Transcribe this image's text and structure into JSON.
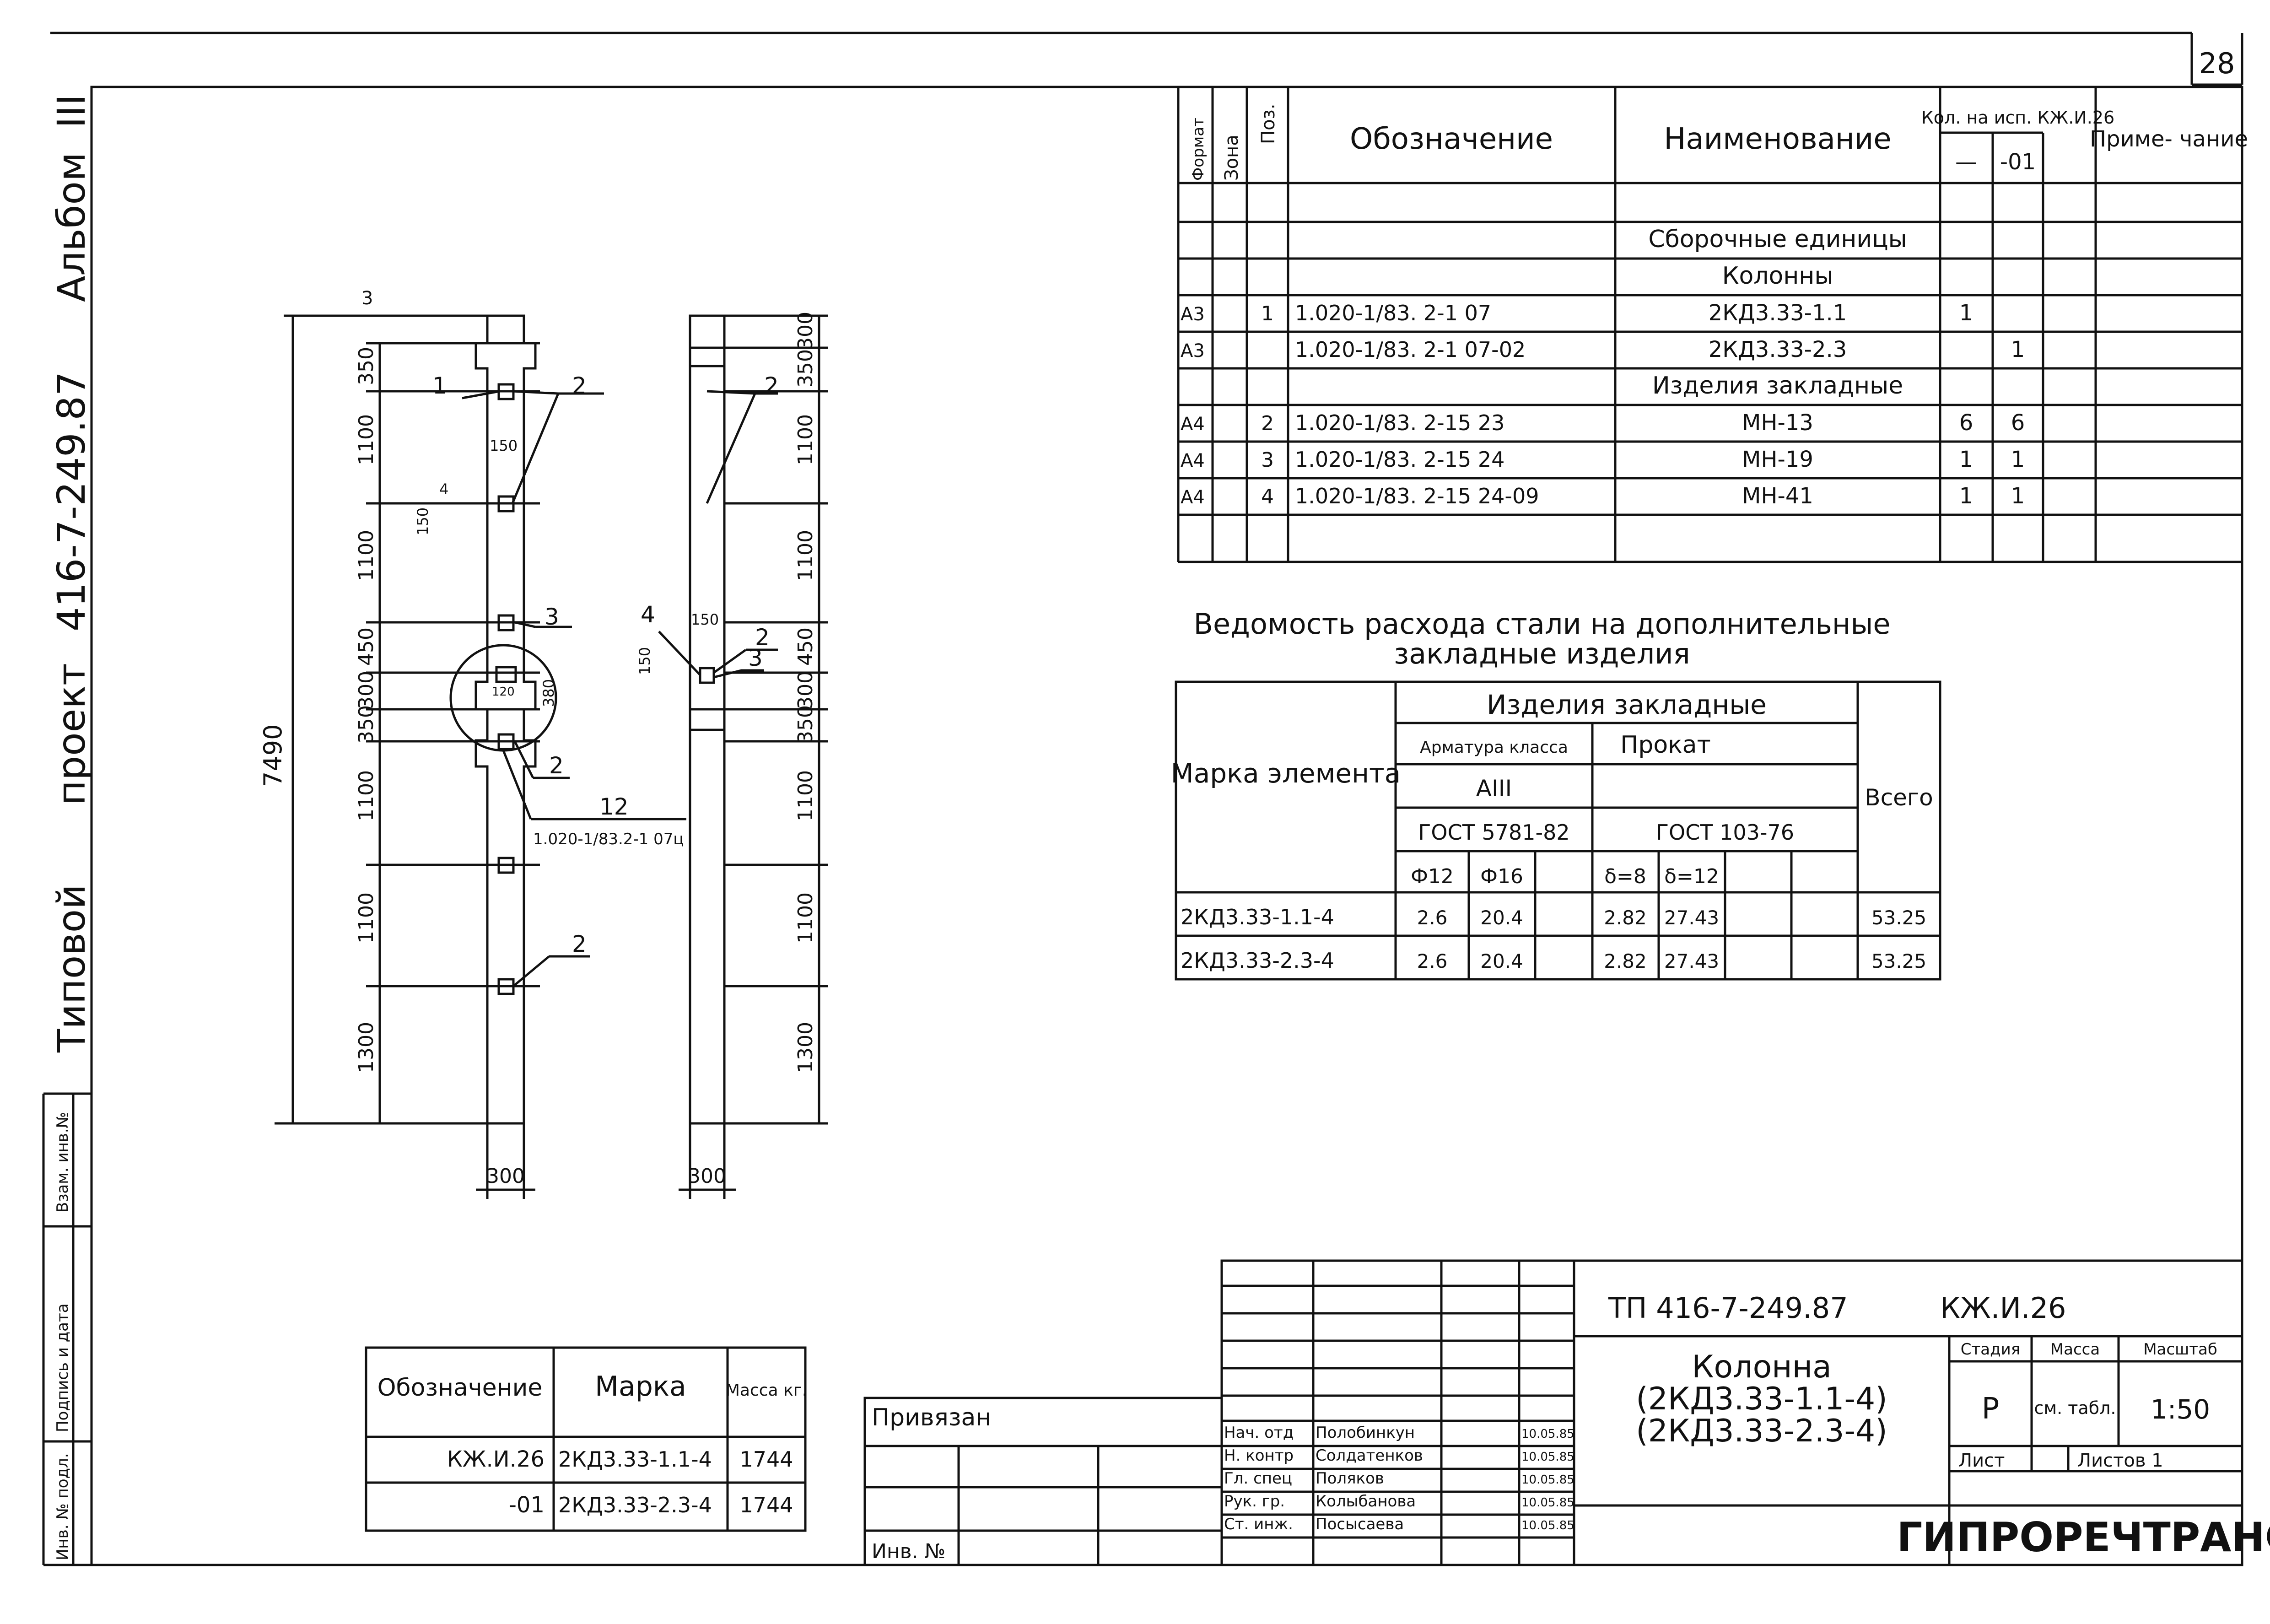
{
  "page_number": "28",
  "album_side": {
    "album": "Альбом",
    "album_roman": "III",
    "project_code": "416-7-249.87",
    "project": "проект",
    "typical": "Типовой"
  },
  "side_stamp": {
    "inv_orig": "Инв. № подл.",
    "sign_date": "Подпись и дата",
    "replace_inv": "Взам. инв.№"
  },
  "spec": {
    "headers": {
      "format": "Формат",
      "zone": "Зона",
      "pos": "Поз.",
      "designation": "Обозначение",
      "name": "Наименование",
      "qty": "Кол. на исп. КЖ.И.26",
      "qty_col1": "—",
      "qty_col2": "-01",
      "note": "Приме- чание"
    },
    "sections": {
      "assembly": "Сборочные единицы",
      "columns": "Колонны",
      "embedded": "Изделия закладные"
    },
    "rows": [
      {
        "format": "А3",
        "pos": "1",
        "designation": "1.020-1/83. 2-1 07",
        "name": "2КД3.33-1.1",
        "q1": "1",
        "q2": ""
      },
      {
        "format": "А3",
        "pos": "",
        "designation": "1.020-1/83. 2-1 07-02",
        "name": "2КД3.33-2.3",
        "q1": "",
        "q2": "1"
      },
      {
        "format": "А4",
        "pos": "2",
        "designation": "1.020-1/83. 2-15 23",
        "name": "МН-13",
        "q1": "6",
        "q2": "6"
      },
      {
        "format": "А4",
        "pos": "3",
        "designation": "1.020-1/83. 2-15 24",
        "name": "МН-19",
        "q1": "1",
        "q2": "1"
      },
      {
        "format": "А4",
        "pos": "4",
        "designation": "1.020-1/83. 2-15 24-09",
        "name": "МН-41",
        "q1": "1",
        "q2": "1"
      }
    ]
  },
  "steel": {
    "title1": "Ведомость расхода стали на дополнительные",
    "title2": "закладные изделия",
    "mark_header": "Марка элемента",
    "group": "Изделия закладные",
    "rebar": "Арматура класса",
    "rebar_class": "АIII",
    "rebar_gost": "ГОСТ 5781-82",
    "profile": "Прокат",
    "profile_gost": "ГОСТ 103-76",
    "total": "Всего",
    "cols": [
      "Ф12",
      "Ф16",
      "",
      "δ=8",
      "δ=12",
      ""
    ],
    "rows": [
      {
        "mark": "2КД3.33-1.1-4",
        "v": [
          "2.6",
          "20.4",
          "",
          "2.82",
          "27.43",
          ""
        ],
        "total": "53.25"
      },
      {
        "mark": "2КД3.33-2.3-4",
        "v": [
          "2.6",
          "20.4",
          "",
          "2.82",
          "27.43",
          ""
        ],
        "total": "53.25"
      }
    ]
  },
  "drawing": {
    "total_height": "7490",
    "front_dims": [
      "350",
      "1100",
      "1100",
      "450",
      "300",
      "350",
      "1100",
      "1100",
      "1300"
    ],
    "front_top": "3",
    "side_dims": [
      "300",
      "350",
      "1100",
      "1100",
      "450",
      "300",
      "350",
      "1100",
      "1100",
      "1300"
    ],
    "width_front": "300",
    "width_side": "300",
    "labels": {
      "p1": "1",
      "p2": "2",
      "p3": "3",
      "p4": "4",
      "p12": "12",
      "d150": "150",
      "d150b": "150",
      "d4": "4",
      "d380": "380",
      "d120": "120",
      "ref": "1.020-1/83.2-1 07ц"
    }
  },
  "mark_table": {
    "headers": [
      "Обозначение",
      "Марка",
      "Масса кг."
    ],
    "rows": [
      {
        "des": "КЖ.И.26",
        "mark": "2КД3.33-1.1-4",
        "mass": "1744"
      },
      {
        "des": "-01",
        "mark": "2КД3.33-2.3-4",
        "mass": "1744"
      }
    ]
  },
  "bind": {
    "label": "Привязан",
    "inv": "Инв. №"
  },
  "title_block": {
    "code": "ТП 416-7-249.87",
    "sheet_code": "КЖ.И.26",
    "name1": "Колонна",
    "name2": "(2КД3.33-1.1-4)",
    "name3": "(2КД3.33-2.3-4)",
    "stage_h": "Стадия",
    "mass_h": "Масса",
    "scale_h": "Масштаб",
    "stage": "Р",
    "mass": "см. табл.",
    "scale": "1:50",
    "sheet": "Лист",
    "sheets": "Листов 1",
    "org": "ГИПРОРЕЧТРАНС",
    "signatures": [
      {
        "role": "Нач. отд",
        "name": "Полобинкун",
        "date": "10.05.85"
      },
      {
        "role": "Н. контр",
        "name": "Солдатенков",
        "date": "10.05.85"
      },
      {
        "role": "Гл. спец",
        "name": "Поляков",
        "date": "10.05.85"
      },
      {
        "role": "Рук. гр.",
        "name": "Колыбанова",
        "date": "10.05.85"
      },
      {
        "role": "Ст. инж.",
        "name": "Посысаева",
        "date": "10.05.85"
      }
    ]
  }
}
